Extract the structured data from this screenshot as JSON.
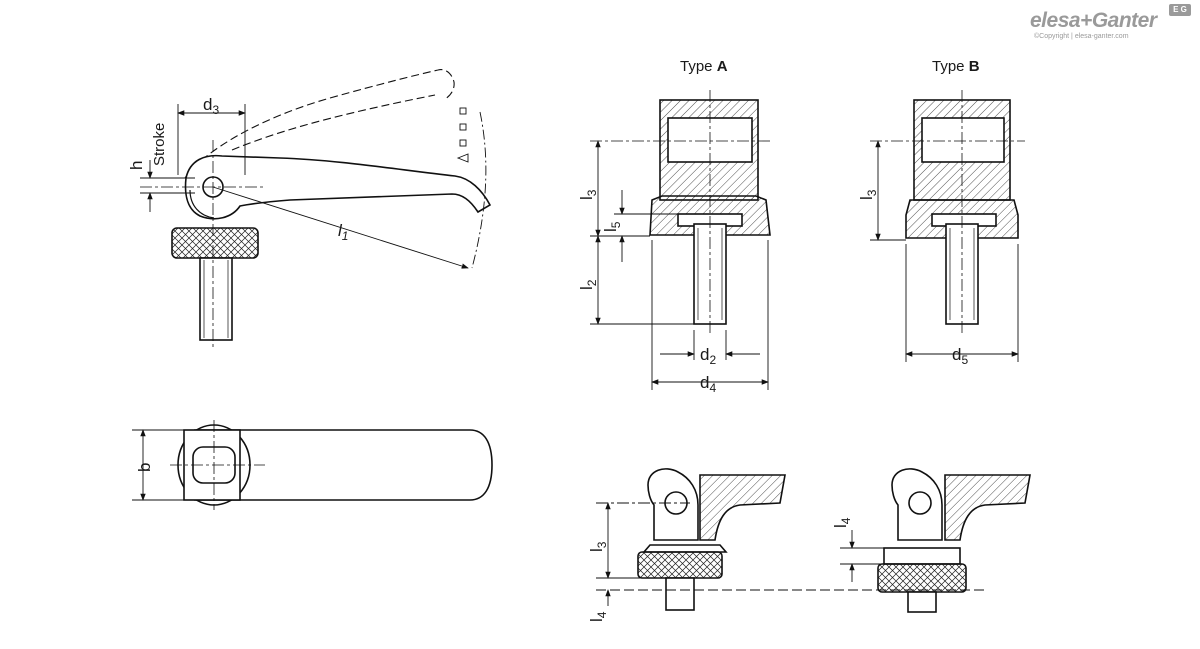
{
  "brand": {
    "name": "elesa+Ganter",
    "copyright": "©Copyright | elesa-ganter.com",
    "badge": "E G"
  },
  "labels": {
    "type_a_prefix": "Type ",
    "type_a_letter": "A",
    "type_b_prefix": "Type ",
    "type_b_letter": "B",
    "stroke": "Stroke",
    "h": "h",
    "d3_main": "d",
    "d3_sub": "3",
    "l1_main": "l",
    "l1_sub": "1",
    "b": "b",
    "l3_main": "l",
    "l3_sub": "3",
    "l5_main": "l",
    "l5_sub": "5",
    "l2_main": "l",
    "l2_sub": "2",
    "d2_main": "d",
    "d2_sub": "2",
    "d4_main": "d",
    "d4_sub": "4",
    "d5_main": "d",
    "d5_sub": "5",
    "l4_main": "l",
    "l4_sub": "4"
  }
}
